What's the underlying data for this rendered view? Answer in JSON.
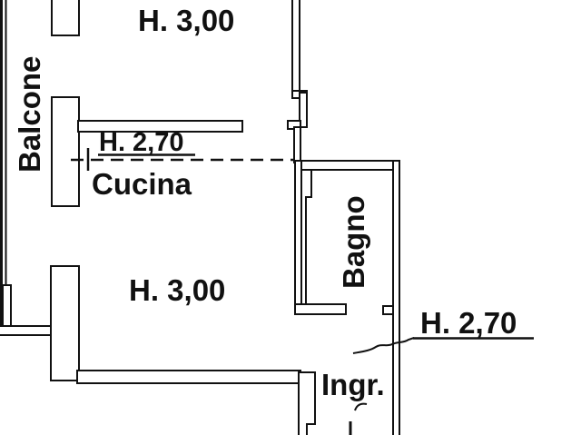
{
  "document_type": "apartment floor plan (scanned drawing)",
  "colors": {
    "background": "#ffffff",
    "line": "#111111"
  },
  "plan": {
    "balcony_label": "Balcone",
    "kitchen_label": "Cucina",
    "bathroom_label": "Bagno",
    "entrance_label": "Ingr.",
    "upper_room_height": "H. 3,00",
    "kitchen_height": "H. 2,70",
    "lower_room_height": "H. 3,00",
    "entrance_height": "H. 2,70"
  }
}
